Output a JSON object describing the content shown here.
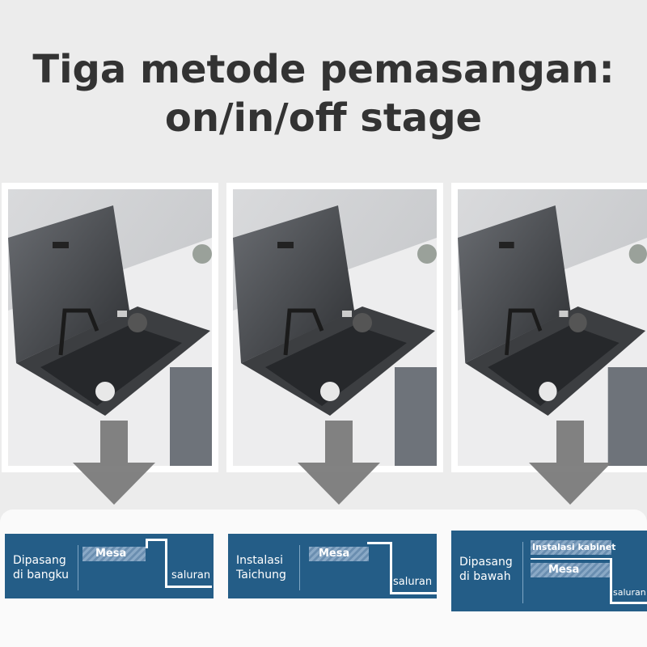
{
  "title": {
    "line1": "Tiga metode pemasangan:",
    "line2": "on/in/off stage"
  },
  "cards": [
    {
      "label_line1": "Dipasang",
      "label_line2": "di bangku",
      "mesa": "Mesa",
      "saluran": "saluran"
    },
    {
      "label_line1": "Instalasi",
      "label_line2": "Taichung",
      "mesa": "Mesa",
      "saluran": "saluran"
    },
    {
      "label_line1": "Dipasang",
      "label_line2": "di bawah",
      "cabinet": "Instalasi kabinet",
      "mesa": "Mesa",
      "saluran": "saluran"
    }
  ],
  "colors": {
    "card_blue": "#245d87",
    "arrow_gray": "#777777",
    "title_text": "#333333"
  }
}
